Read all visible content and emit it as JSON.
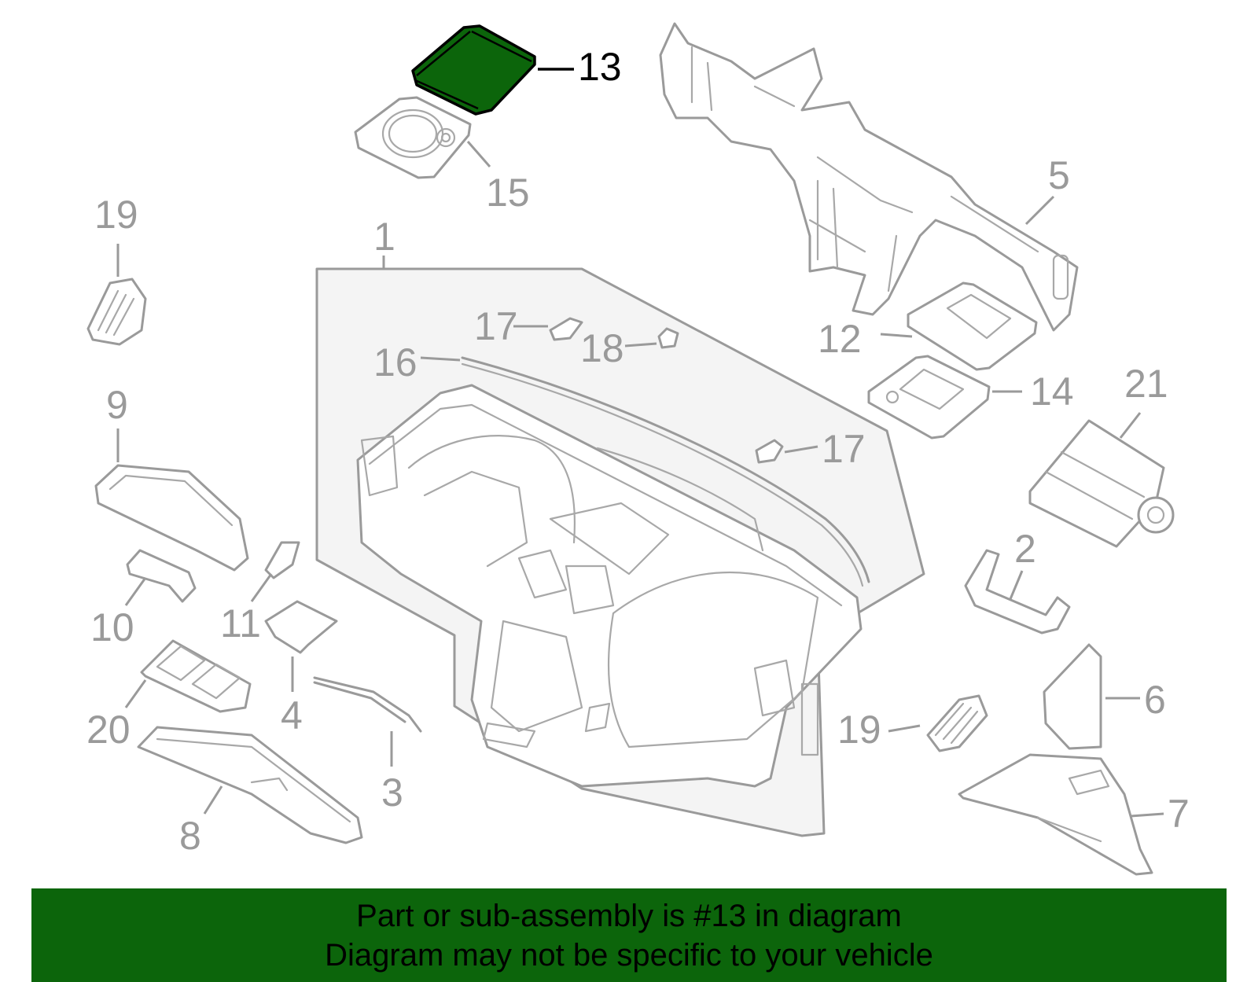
{
  "diagram": {
    "highlighted_part": "13",
    "highlight_color": "#0c650b",
    "line_color": "#9a9a9a",
    "callouts": [
      {
        "id": "c1",
        "label": "1"
      },
      {
        "id": "c2",
        "label": "2"
      },
      {
        "id": "c3",
        "label": "3"
      },
      {
        "id": "c4",
        "label": "4"
      },
      {
        "id": "c5",
        "label": "5"
      },
      {
        "id": "c6",
        "label": "6"
      },
      {
        "id": "c7",
        "label": "7"
      },
      {
        "id": "c8",
        "label": "8"
      },
      {
        "id": "c9",
        "label": "9"
      },
      {
        "id": "c10",
        "label": "10"
      },
      {
        "id": "c11",
        "label": "11"
      },
      {
        "id": "c12",
        "label": "12"
      },
      {
        "id": "c13",
        "label": "13"
      },
      {
        "id": "c14",
        "label": "14"
      },
      {
        "id": "c15",
        "label": "15"
      },
      {
        "id": "c16",
        "label": "16"
      },
      {
        "id": "c17a",
        "label": "17"
      },
      {
        "id": "c17b",
        "label": "17"
      },
      {
        "id": "c18",
        "label": "18"
      },
      {
        "id": "c19a",
        "label": "19"
      },
      {
        "id": "c19b",
        "label": "19"
      },
      {
        "id": "c20",
        "label": "20"
      },
      {
        "id": "c21",
        "label": "21"
      }
    ]
  },
  "banner": {
    "line1": "Part or sub-assembly is #13 in diagram",
    "line2": "Diagram may not be specific to your vehicle",
    "background": "#0c650b"
  }
}
